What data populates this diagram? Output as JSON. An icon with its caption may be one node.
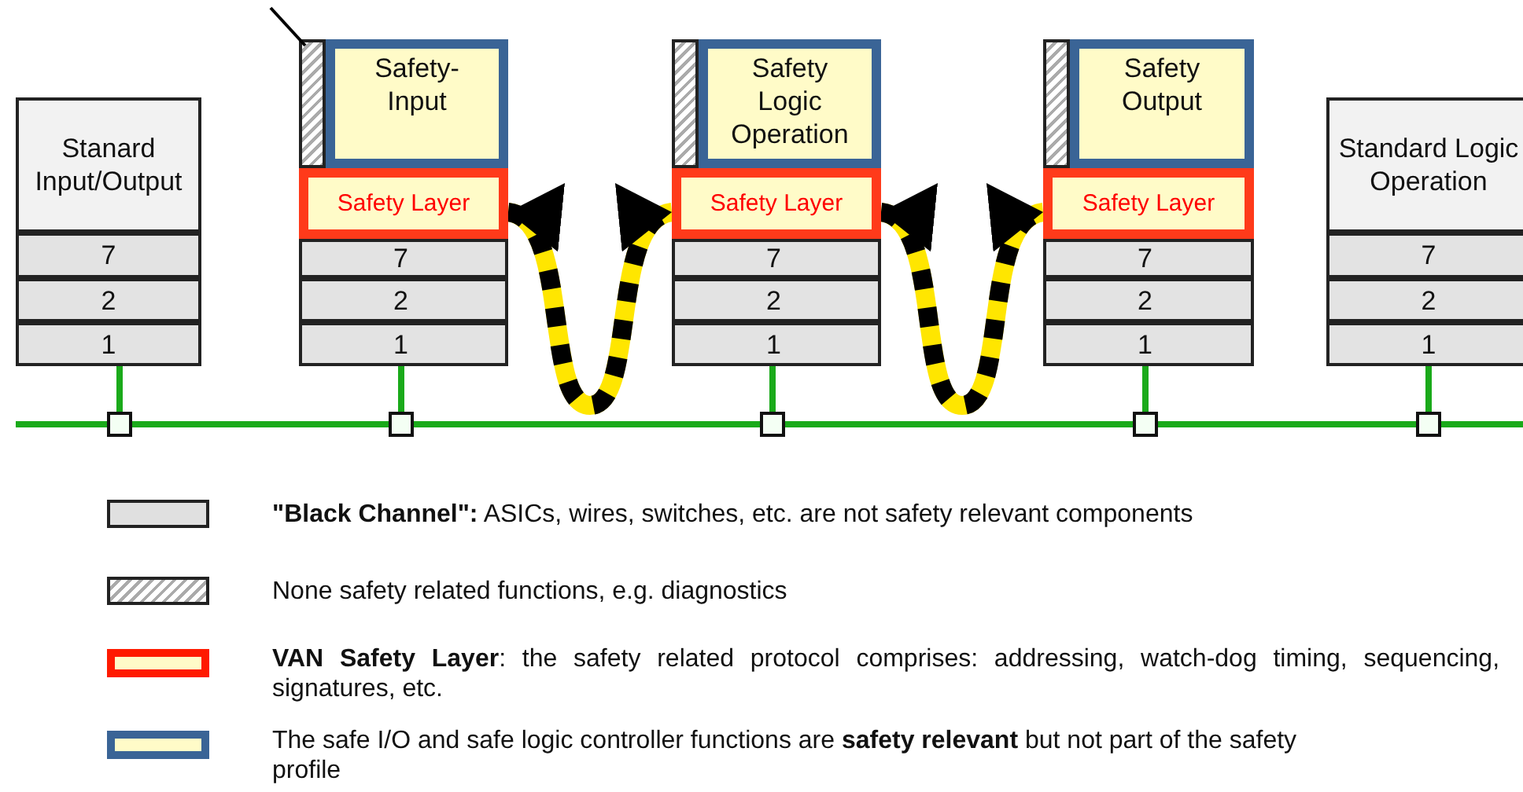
{
  "diagram": {
    "nodes": [
      {
        "text": [
          "Stanard Input/Output"
        ]
      },
      {
        "text": [
          "7"
        ]
      },
      {
        "text": [
          "2"
        ]
      },
      {
        "text": [
          "1"
        ]
      },
      {
        "text": [],
        "shape": "box"
      },
      {
        "text": [
          "Safety-Input"
        ]
      },
      {
        "text": [
          "Safety Layer"
        ]
      },
      {
        "text": [
          "7"
        ]
      },
      {
        "text": [
          "2"
        ]
      },
      {
        "text": [
          "1"
        ]
      },
      {
        "text": [],
        "shape": "box"
      },
      {
        "text": [
          "Safety Logic Operation"
        ]
      },
      {
        "text": [
          "Safety Layer"
        ]
      },
      {
        "text": [
          "7"
        ]
      },
      {
        "text": [
          "2"
        ]
      },
      {
        "text": [
          "1"
        ]
      },
      {
        "text": [],
        "shape": "box"
      },
      {
        "text": [
          "Safety Output"
        ]
      },
      {
        "text": [
          "Safety Layer"
        ]
      },
      {
        "text": [
          "7"
        ]
      },
      {
        "text": [
          "2"
        ]
      },
      {
        "text": [
          "1"
        ]
      },
      {
        "text": [
          "Standard Logic Operation"
        ]
      },
      {
        "text": [
          "7"
        ]
      },
      {
        "text": [
          "2"
        ]
      },
      {
        "text": [
          "1"
        ]
      },
      {
        "text": [],
        "shape": "box"
      },
      {
        "text": [],
        "shape": "box"
      },
      {
        "text": [],
        "shape": "box"
      },
      {
        "text": [],
        "shape": "box"
      },
      {
        "text": [],
        "shape": "box"
      }
    ],
    "edges": [
      {
        "from": null,
        "to": 4,
        "arrow": "none",
        "color": "#000000"
      },
      {
        "from": 3,
        "to": 26,
        "arrow": "none"
      },
      {
        "from": 9,
        "to": 27,
        "arrow": "none"
      },
      {
        "from": 15,
        "to": 28,
        "arrow": "none"
      },
      {
        "from": 21,
        "to": 29,
        "arrow": "none"
      },
      {
        "from": 25,
        "to": 30,
        "arrow": "none"
      },
      {
        "from": null,
        "to": 26,
        "arrow": "none"
      },
      {
        "from": 26,
        "to": 27,
        "arrow": "none"
      },
      {
        "from": 27,
        "to": 28,
        "arrow": "none"
      },
      {
        "from": 28,
        "to": 29,
        "arrow": "none"
      },
      {
        "from": 29,
        "to": 30,
        "arrow": "none"
      },
      {
        "from": 30,
        "to": null,
        "arrow": "none"
      },
      {
        "from": 6,
        "to": 12,
        "arrow": "both",
        "style": "dashed",
        "color": "#000000"
      },
      {
        "from": 12,
        "to": 18,
        "arrow": "both",
        "style": "dashed",
        "color": "#000000"
      }
    ],
    "legend": [
      {
        "text": "**\"Black Channel\":** ASICs, wires, switches, etc. are not safety relevant components",
        "color": "#e0e0e0"
      },
      {
        "text": "None safety related functions, e.g. diagnostics"
      },
      {
        "text": "**VAN Safety Layer**: the safety related protocol comprises: addressing, watch-dog timing, sequencing, signatures, etc."
      },
      {
        "text": "The safe I/O and safe logic controller functions are **safety relevant** but not part of the safety profile"
      }
    ]
  }
}
